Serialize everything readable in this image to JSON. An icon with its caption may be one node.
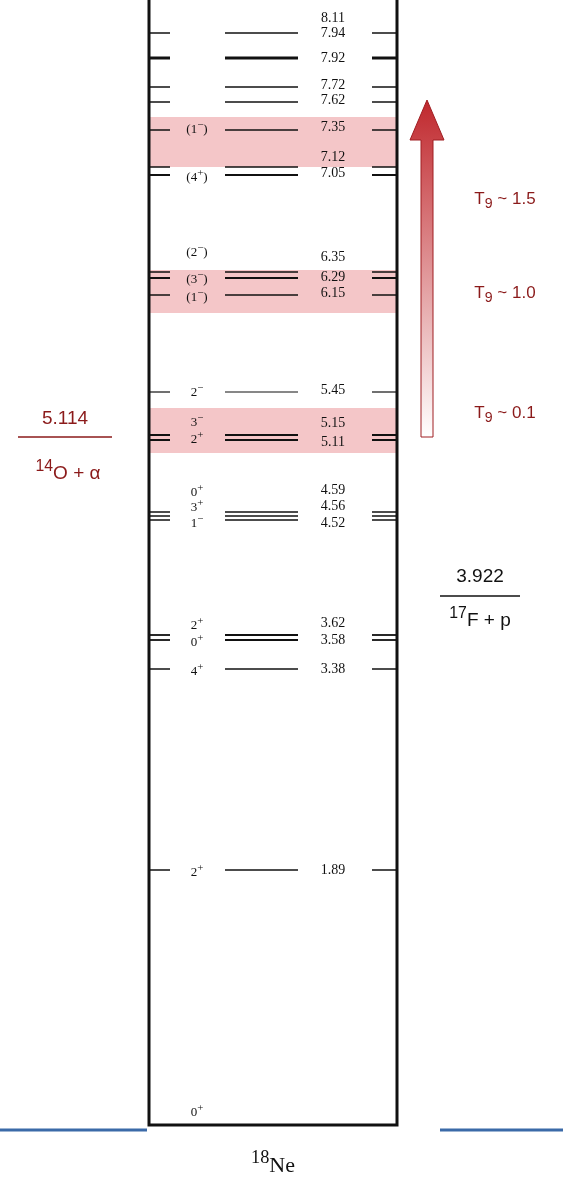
{
  "diagram": {
    "labels": [
      "8.11",
      "7.94",
      "7.92",
      "7.72",
      "7.62",
      "(1$^{−}$)",
      "7.35",
      "7.12",
      "T$_{9}$ ~ 1.5",
      "(4$^{+}$)",
      "7.05",
      "(2$^{−}$)",
      "6.35",
      "T$_{9}$ ~ 1.0",
      "(3$^{−}$)",
      "6.29",
      "(1$^{−}$)",
      "6.15",
      "2$^{−}$",
      "5.45",
      "5.114",
      "T$_{9}$ ~ 0.1",
      "3$^{−}$",
      "5.15",
      "2$^{+}$",
      "5.11",
      "$^{14}$O + α",
      "0$^{+}$",
      "4.59",
      "3$^{+}$",
      "4.56",
      "1$^{−}$",
      "4.52",
      "3.922",
      "$^{17}$F + p",
      "2$^{+}$",
      "3.62",
      "0$^{+}$",
      "3.58",
      "4$^{+}$",
      "3.38",
      "2$^{+}$",
      "1.89",
      "0$^{+}$",
      "$^{18}$Ne"
    ]
  }
}
